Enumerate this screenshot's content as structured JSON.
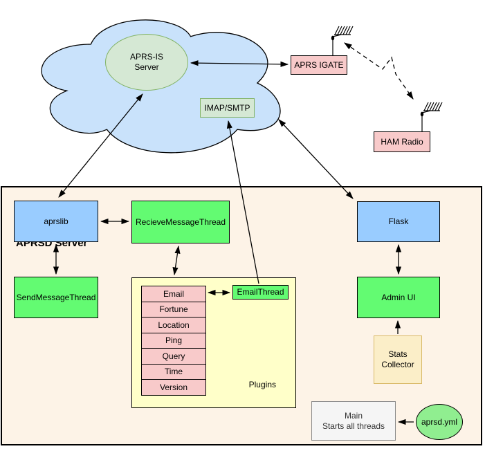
{
  "container": {
    "label": "APRSD Server"
  },
  "nodes": {
    "aprs_is_server": {
      "lines": [
        "APRS-IS",
        "Server"
      ]
    },
    "imap_smtp": {
      "label": "IMAP/SMTP"
    },
    "aprs_igate": {
      "label": "APRS IGATE"
    },
    "ham_radio": {
      "label": "HAM Radio"
    },
    "aprslib": {
      "label": "aprslib"
    },
    "recieve_message_thread": {
      "label": "RecieveMessageThread"
    },
    "send_message_thread": {
      "label": "SendMessageThread"
    },
    "email_thread": {
      "label": "EmailThread"
    },
    "flask": {
      "label": "Flask"
    },
    "admin_ui": {
      "label": "Admin UI"
    },
    "stats_collector": {
      "lines": [
        "Stats",
        "Collector"
      ]
    },
    "main": {
      "lines": [
        "Main",
        "Starts all threads"
      ]
    },
    "aprsd_yml": {
      "label": "aprsd.yml"
    }
  },
  "plugins": {
    "title": "Plugins",
    "items": [
      "Email",
      "Fortune",
      "Location",
      "Ping",
      "Query",
      "Time",
      "Version"
    ]
  },
  "icons": [
    "antenna-icon",
    "antenna-icon",
    "cloud-shape"
  ],
  "colors": {
    "cloud_fill": "#C9E2FB",
    "internal_green_fill": "#D5E8D4",
    "internal_green_stroke": "#82B366",
    "pink_fill": "#F8CACA",
    "blue_fill": "#99CCFF",
    "thread_green_fill": "#63FB72",
    "plugins_fill": "#FFFFC9",
    "server_fill": "#FDF3E7",
    "stats_fill": "#FBEEC8",
    "stats_stroke": "#D8B865",
    "main_fill": "#F5F5F5",
    "yml_fill": "#90EE90",
    "line_color": "#000000"
  }
}
